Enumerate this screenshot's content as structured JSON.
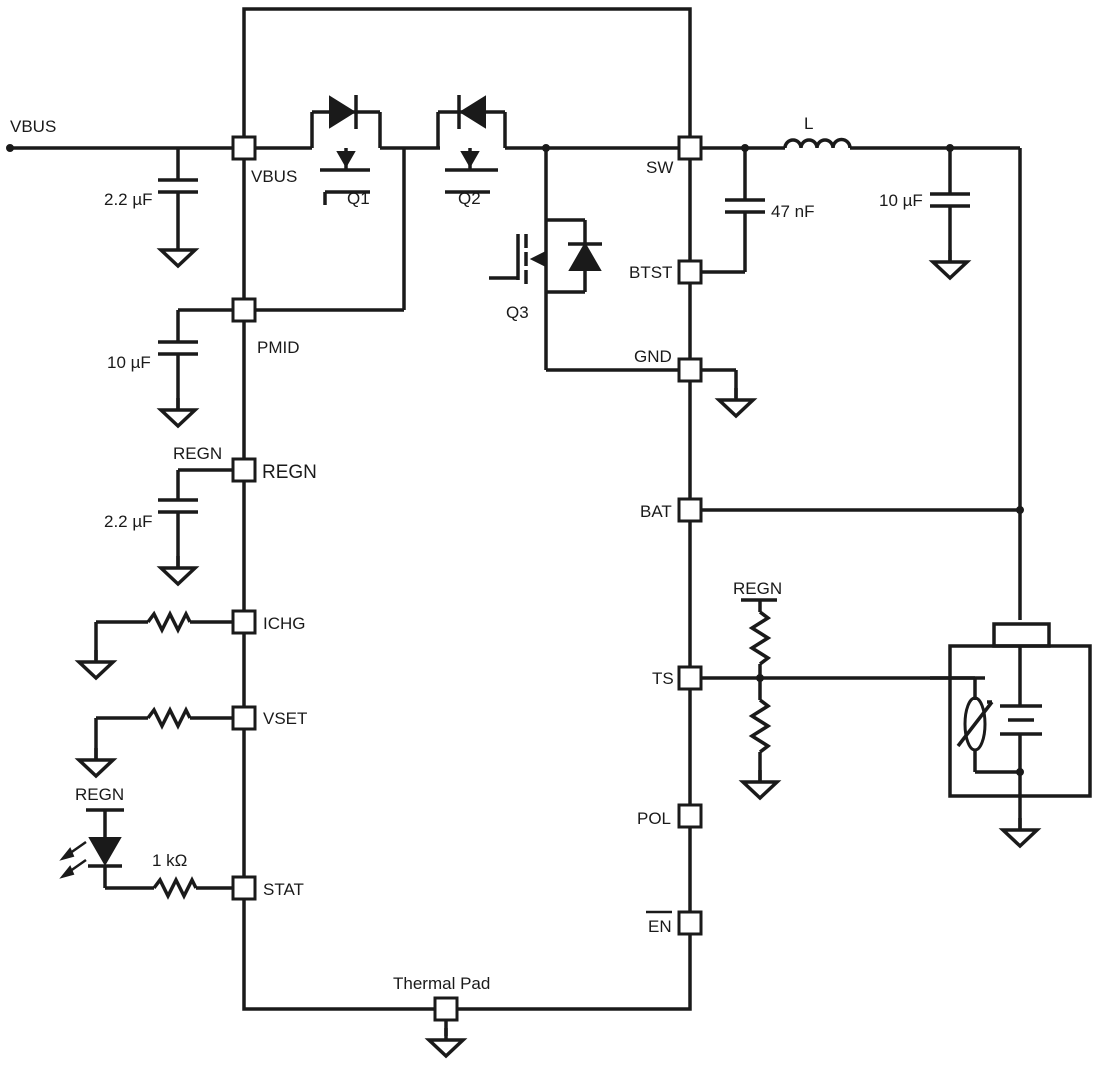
{
  "labels": {
    "vbus_input": "VBUS",
    "cap_vbus": "2.2 µF",
    "cap_pmid": "10 µF",
    "cap_regn": "2.2 µF",
    "cap_btst": "47 nF",
    "cap_out": "10 µF",
    "inductor": "L",
    "q1": "Q1",
    "q2": "Q2",
    "q3": "Q3",
    "regn_net_left": "REGN",
    "regn_net_led": "REGN",
    "regn_net_ts": "REGN",
    "resistor_stat": "1 kΩ",
    "thermal_pad": "Thermal Pad"
  },
  "pins_left": {
    "vbus": "VBUS",
    "pmid": "PMID",
    "regn": "REGN",
    "ichg": "ICHG",
    "vset": "VSET",
    "stat": "STAT"
  },
  "pins_right": {
    "sw": "SW",
    "btst": "BTST",
    "gnd": "GND",
    "bat": "BAT",
    "ts": "TS",
    "pol": "POL",
    "en": "EN"
  }
}
